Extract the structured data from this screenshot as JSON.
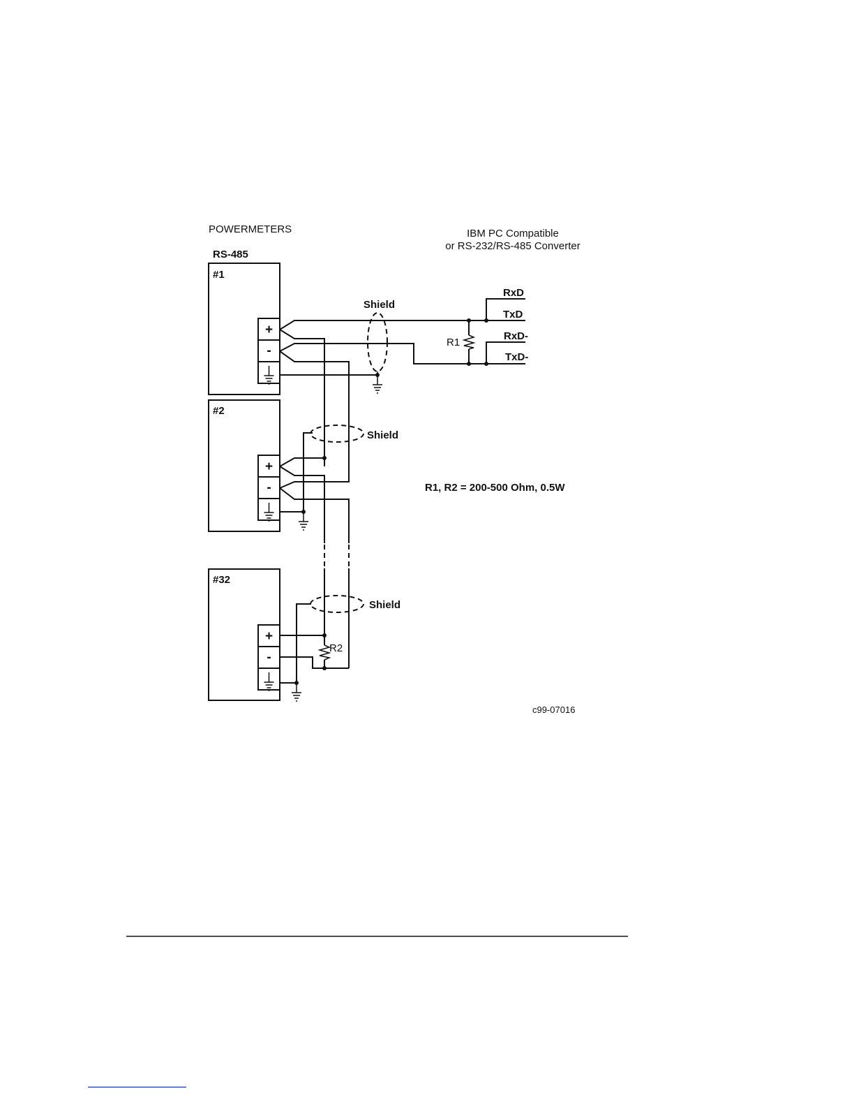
{
  "labels": {
    "left_heading": "POWERMETERS",
    "left_subheading": "RS-485",
    "right_heading_line1": "IBM PC Compatible",
    "right_heading_line2": "or RS-232/RS-485 Converter",
    "meter_1": "#1",
    "meter_2": "#2",
    "meter_32": "#32",
    "terminal_plus": "+",
    "terminal_minus": "-",
    "shield": "Shield",
    "r1": "R1",
    "r2": "R2",
    "rxd": "RxD",
    "txd": "TxD",
    "rxd_minus": "RxD-",
    "txd_minus": "TxD-",
    "resistor_spec": "R1, R2 = 200-500 Ohm, 0.5W",
    "figure_id": "c99-07016"
  },
  "icons": [
    "ground-icon",
    "resistor-icon"
  ]
}
